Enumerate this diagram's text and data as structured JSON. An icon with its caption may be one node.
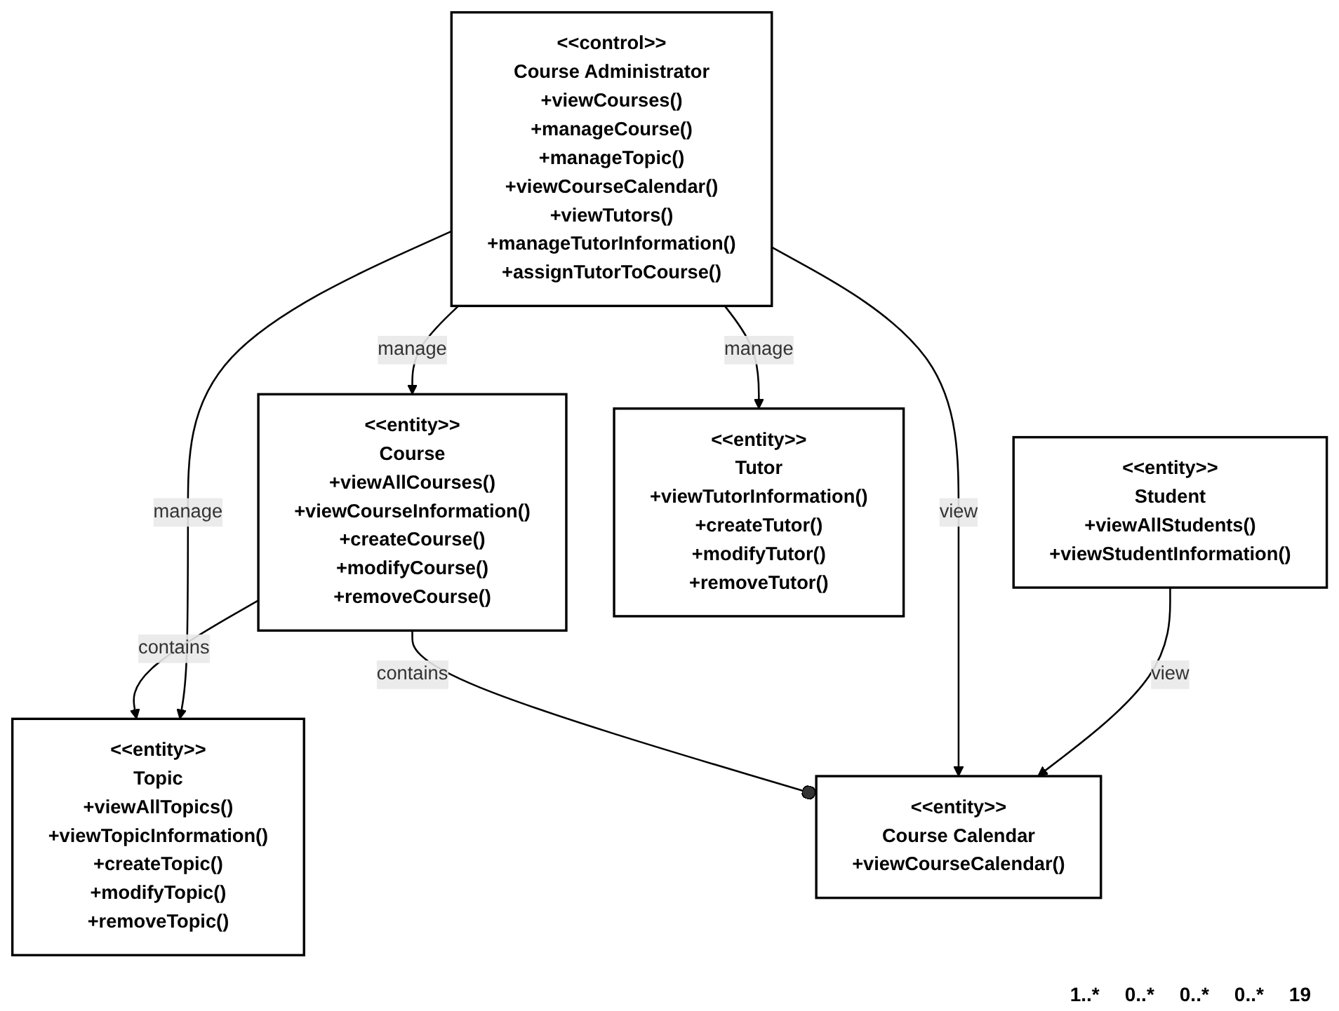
{
  "diagram": {
    "nodes": [
      {
        "text": [
          "<<control>>",
          "Course Administrator",
          "+viewCourses()",
          "+manageCourse()",
          "+manageTopic()",
          "+viewCourseCalendar()",
          "+viewTutors()",
          "+manageTutorInformation()",
          "+assignTutorToCourse()"
        ]
      },
      {
        "text": [
          "<<entity>>",
          "Student",
          "+viewAllStudents()",
          "+viewStudentInformation()"
        ]
      },
      {
        "text": [
          "<<entity>>",
          "Topic",
          "+viewAllTopics()",
          "+viewTopicInformation()",
          "+createTopic()",
          "+modifyTopic()",
          "+removeTopic()"
        ]
      },
      {
        "text": [
          "<<entity>>",
          "Course Calendar",
          "+viewCourseCalendar()"
        ]
      },
      {
        "text": [
          "<<entity>>",
          "Course",
          "+viewAllCourses()",
          "+viewCourseInformation()",
          "+createCourse()",
          "+modifyCourse()",
          "+removeCourse()"
        ]
      },
      {
        "text": [
          "<<entity>>",
          "Tutor",
          "+viewTutorInformation()",
          "+createTutor()",
          "+modifyTutor()",
          "+removeTutor()"
        ]
      }
    ],
    "edges": [
      {
        "from": 0,
        "to": 2,
        "arrow": "to",
        "label": "manage"
      },
      {
        "from": 1,
        "to": 3,
        "arrow": "to",
        "label": "view"
      },
      {
        "from": 0,
        "to": 3,
        "arrow": "to",
        "label": "view"
      },
      {
        "from": 0,
        "to": 4,
        "arrow": "to",
        "label": "manage"
      },
      {
        "from": 0,
        "to": 5,
        "arrow": "to",
        "label": "manage"
      },
      {
        "from": 4,
        "to": 2,
        "arrow": "to",
        "label": "contains"
      },
      {
        "from": 4,
        "to": 3,
        "arrow": "other",
        "label": "contains"
      }
    ],
    "labels": [
      "1..*",
      "0..*",
      "0..*",
      "0..*",
      "19"
    ]
  }
}
